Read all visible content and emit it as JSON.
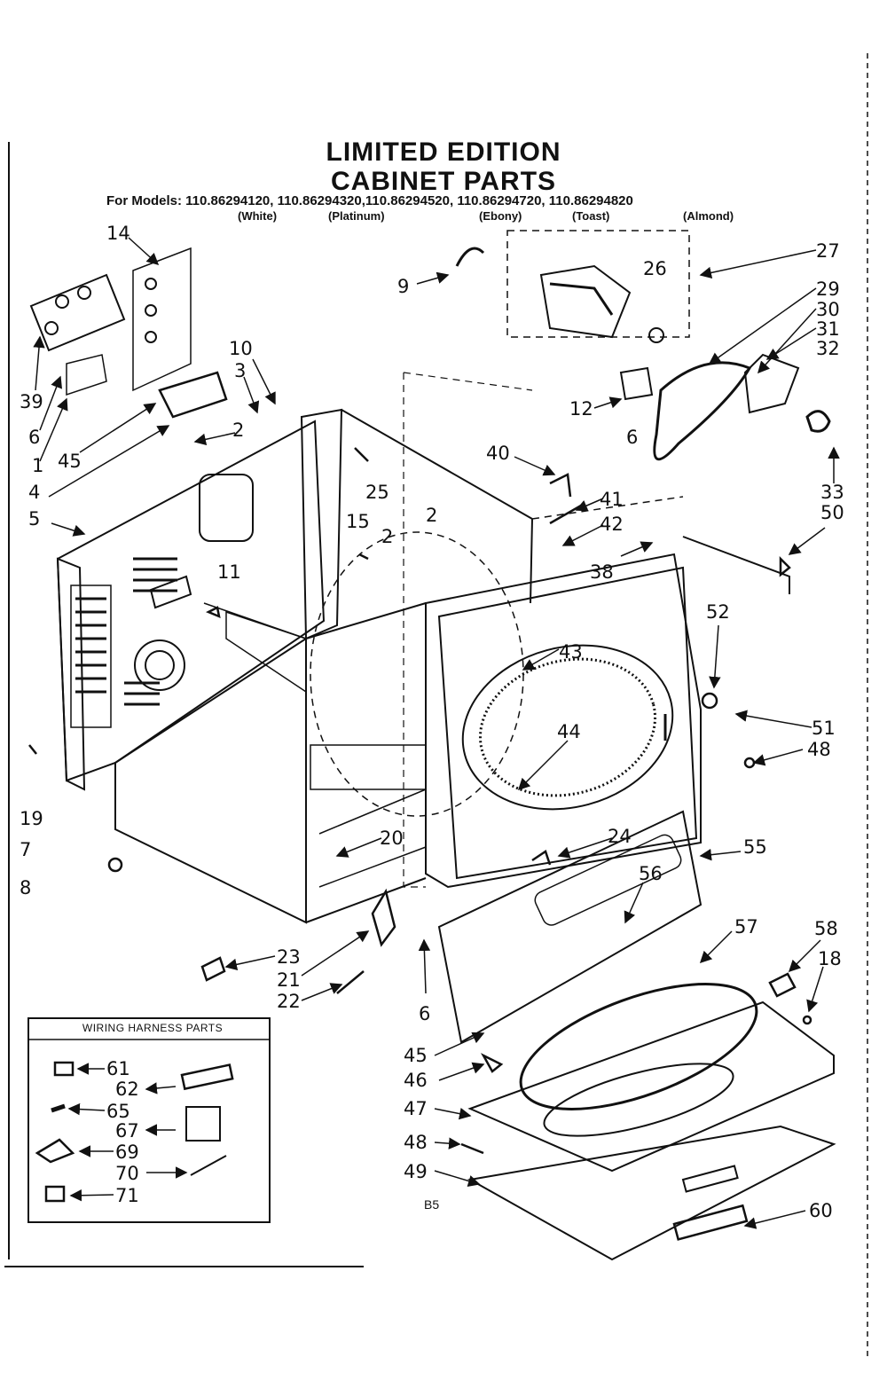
{
  "title": {
    "line1": "LIMITED EDITION",
    "line2": "CABINET PARTS"
  },
  "models": {
    "prefix": "For Models:",
    "list": "110.86294120, 110.86294320,110.86294520, 110.86294720, 110.86294820",
    "colors": [
      "(White)",
      "(Platinum)",
      "(Ebony)",
      "(Toast)",
      "(Almond)"
    ]
  },
  "wiring_box": {
    "title": "WIRING HARNESS PARTS"
  },
  "figure_code": "B5",
  "callouts": [
    "14",
    "39",
    "6",
    "1",
    "45",
    "10",
    "3",
    "2",
    "4",
    "5",
    "25",
    "2",
    "15",
    "2",
    "11",
    "19",
    "7",
    "8",
    "9",
    "26",
    "27",
    "29",
    "30",
    "31",
    "32",
    "12",
    "6",
    "40",
    "41",
    "42",
    "38",
    "33",
    "50",
    "52",
    "43",
    "44",
    "51",
    "48",
    "24",
    "55",
    "20",
    "23",
    "21",
    "22",
    "56",
    "57",
    "58",
    "18",
    "6",
    "45",
    "46",
    "47",
    "48",
    "49",
    "60",
    "61",
    "62",
    "65",
    "67",
    "69",
    "70",
    "71"
  ]
}
